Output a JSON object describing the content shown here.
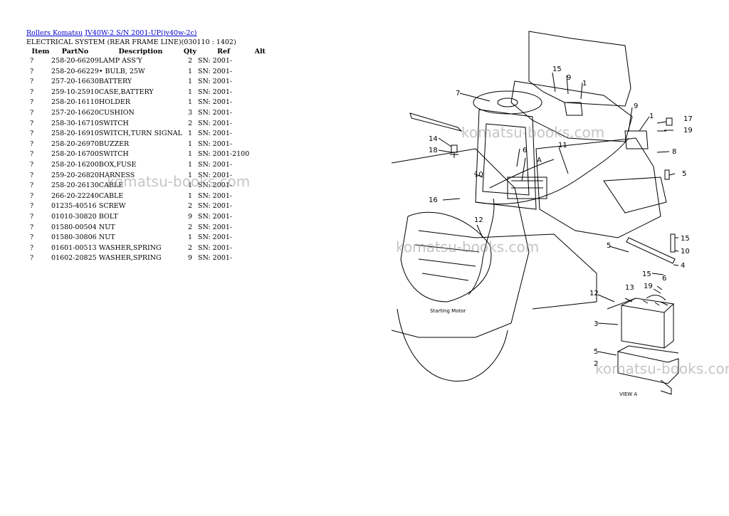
{
  "breadcrumb": {
    "link1": "Rollers Komatsu",
    "link2": "JV40W-2 S/N 2001-UP(jv40w-2c)"
  },
  "section_title": "ELECTRICAL SYSTEM (REAR FRAME LINE)(030110 : 1402)",
  "table": {
    "headers": {
      "item": "Item",
      "partno": "PartNo",
      "description": "Description",
      "qty": "Qty",
      "ref": "Ref",
      "alt": "Alt"
    },
    "rows": [
      {
        "item": "?",
        "partno": "258-20-66209",
        "description": "LAMP ASS'Y",
        "qty": "2",
        "ref": "SN: 2001-"
      },
      {
        "item": "?",
        "partno": "258-20-66229",
        "description": "• BULB, 25W",
        "qty": "1",
        "ref": "SN: 2001-"
      },
      {
        "item": "?",
        "partno": "257-20-16630",
        "description": "BATTERY",
        "qty": "1",
        "ref": "SN: 2001-"
      },
      {
        "item": "?",
        "partno": "259-10-25910",
        "description": "CASE,BATTERY",
        "qty": "1",
        "ref": "SN: 2001-"
      },
      {
        "item": "?",
        "partno": "258-20-16110",
        "description": "HOLDER",
        "qty": "1",
        "ref": "SN: 2001-"
      },
      {
        "item": "?",
        "partno": "257-20-16620",
        "description": "CUSHION",
        "qty": "3",
        "ref": "SN: 2001-"
      },
      {
        "item": "?",
        "partno": "258-30-16710",
        "description": "SWITCH",
        "qty": "2",
        "ref": "SN: 2001-"
      },
      {
        "item": "?",
        "partno": "258-20-16910",
        "description": "SWITCH,TURN SIGNAL",
        "qty": "1",
        "ref": "SN: 2001-"
      },
      {
        "item": "?",
        "partno": "258-20-26970",
        "description": "BUZZER",
        "qty": "1",
        "ref": "SN: 2001-"
      },
      {
        "item": "?",
        "partno": "258-20-16700",
        "description": "SWITCH",
        "qty": "1",
        "ref": "SN: 2001-2100"
      },
      {
        "item": "?",
        "partno": "258-20-16200",
        "description": "BOX,FUSE",
        "qty": "1",
        "ref": "SN: 2001-"
      },
      {
        "item": "?",
        "partno": "259-20-26820",
        "description": "HARNESS",
        "qty": "1",
        "ref": "SN: 2001-"
      },
      {
        "item": "?",
        "partno": "258-20-26130",
        "description": "CABLE",
        "qty": "1",
        "ref": "SN: 2001-"
      },
      {
        "item": "?",
        "partno": "266-20-22240",
        "description": "CABLE",
        "qty": "1",
        "ref": "SN: 2001-"
      },
      {
        "item": "?",
        "partno": "01235-40516",
        "description": "SCREW",
        "qty": "2",
        "ref": "SN: 2001-"
      },
      {
        "item": "?",
        "partno": "01010-30820",
        "description": "BOLT",
        "qty": "9",
        "ref": "SN: 2001-"
      },
      {
        "item": "?",
        "partno": "01580-00504",
        "description": "NUT",
        "qty": "2",
        "ref": "SN: 2001-"
      },
      {
        "item": "?",
        "partno": "01580-30806",
        "description": "NUT",
        "qty": "1",
        "ref": "SN: 2001-"
      },
      {
        "item": "?",
        "partno": "01601-00513",
        "description": "WASHER,SPRING",
        "qty": "2",
        "ref": "SN: 2001-"
      },
      {
        "item": "?",
        "partno": "01602-20825",
        "description": "WASHER,SPRING",
        "qty": "9",
        "ref": "SN: 2001-"
      }
    ]
  },
  "diagram": {
    "callouts": [
      "15",
      "9",
      "1",
      "7",
      "9",
      "1",
      "17",
      "19",
      "14",
      "18",
      "6",
      "A",
      "11",
      "8",
      "10",
      "5",
      "16",
      "12",
      "15",
      "10",
      "5",
      "4",
      "15",
      "13",
      "19",
      "6",
      "12",
      "3",
      "5",
      "2"
    ],
    "labels": {
      "starting_motor_label": "Starting Motor",
      "view_label": "VIEW A"
    }
  },
  "watermark": "komatsu-books.com",
  "colors": {
    "link": "#0000cc",
    "watermark": "#969696"
  }
}
